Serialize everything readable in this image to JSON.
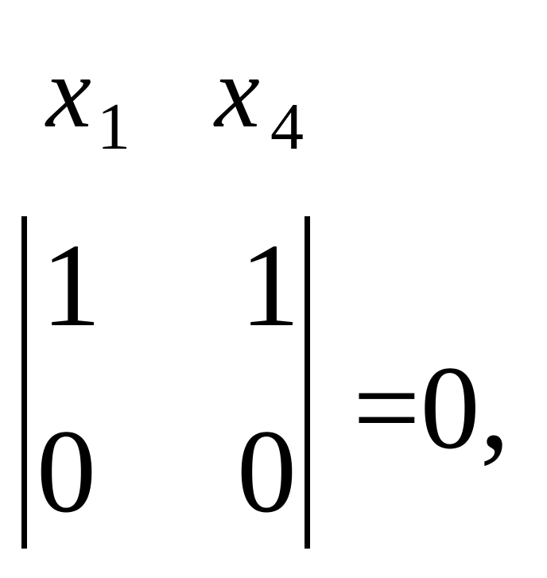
{
  "formula": {
    "header": [
      {
        "var": "x",
        "sub": "1"
      },
      {
        "var": "x",
        "sub": "4"
      }
    ],
    "matrix": [
      [
        "1",
        "1"
      ],
      [
        "0",
        "0"
      ]
    ],
    "rhs": "=0,"
  }
}
